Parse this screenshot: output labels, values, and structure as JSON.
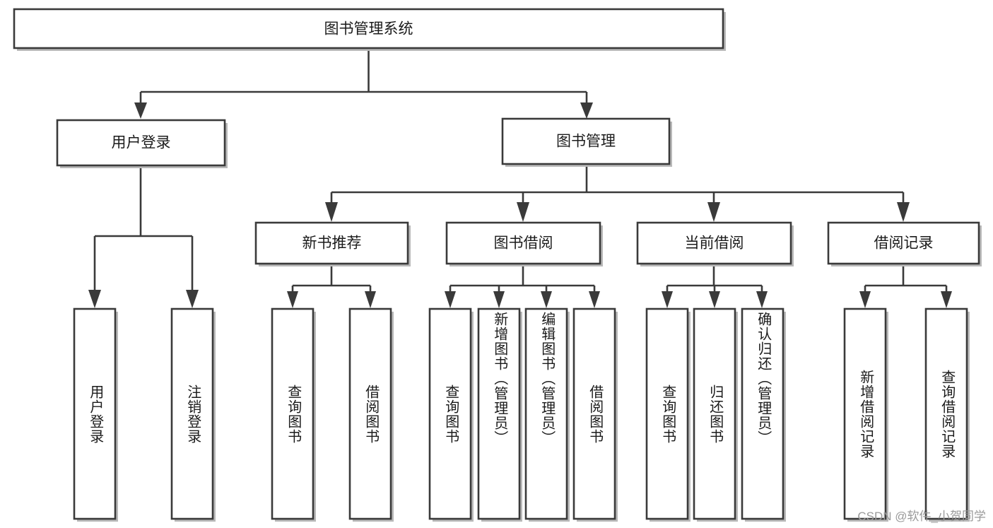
{
  "diagram": {
    "title": "图书管理系统",
    "type": "hierarchy-tree",
    "root": {
      "id": "root",
      "label": "图书管理系统"
    },
    "level2": [
      {
        "id": "user-login",
        "label": "用户登录"
      },
      {
        "id": "book-management",
        "label": "图书管理"
      }
    ],
    "level3": [
      {
        "id": "new-book-recommend",
        "label": "新书推荐",
        "parent": "book-management"
      },
      {
        "id": "book-borrow",
        "label": "图书借阅",
        "parent": "book-management"
      },
      {
        "id": "current-borrow",
        "label": "当前借阅",
        "parent": "book-management"
      },
      {
        "id": "borrow-record",
        "label": "借阅记录",
        "parent": "book-management"
      }
    ],
    "leaves": {
      "user-login": [
        {
          "id": "leaf-user-login",
          "label": "用户登录"
        },
        {
          "id": "leaf-logout",
          "label": "注销登录"
        }
      ],
      "new-book-recommend": [
        {
          "id": "leaf-query-book-1",
          "label": "查询图书"
        },
        {
          "id": "leaf-borrow-book-1",
          "label": "借阅图书"
        }
      ],
      "book-borrow": [
        {
          "id": "leaf-query-book-2",
          "label": "查询图书"
        },
        {
          "id": "leaf-add-book",
          "label": "新增图书（管理员）"
        },
        {
          "id": "leaf-edit-book",
          "label": "编辑图书（管理员）"
        },
        {
          "id": "leaf-borrow-book-2",
          "label": "借阅图书"
        }
      ],
      "current-borrow": [
        {
          "id": "leaf-query-book-3",
          "label": "查询图书"
        },
        {
          "id": "leaf-return-book",
          "label": "归还图书"
        },
        {
          "id": "leaf-confirm-return",
          "label": "确认归还（管理员）"
        }
      ],
      "borrow-record": [
        {
          "id": "leaf-add-record",
          "label": "新增借阅记录"
        },
        {
          "id": "leaf-query-record",
          "label": "查询借阅记录"
        }
      ]
    }
  },
  "watermark": {
    "text": "CSDN @软件_小贺同学"
  },
  "colors": {
    "stroke": "#3a3a3a",
    "box_fill": "#ffffff",
    "text": "#1b1b1b",
    "watermark": "#9a9a9a",
    "background": "#ffffff"
  }
}
